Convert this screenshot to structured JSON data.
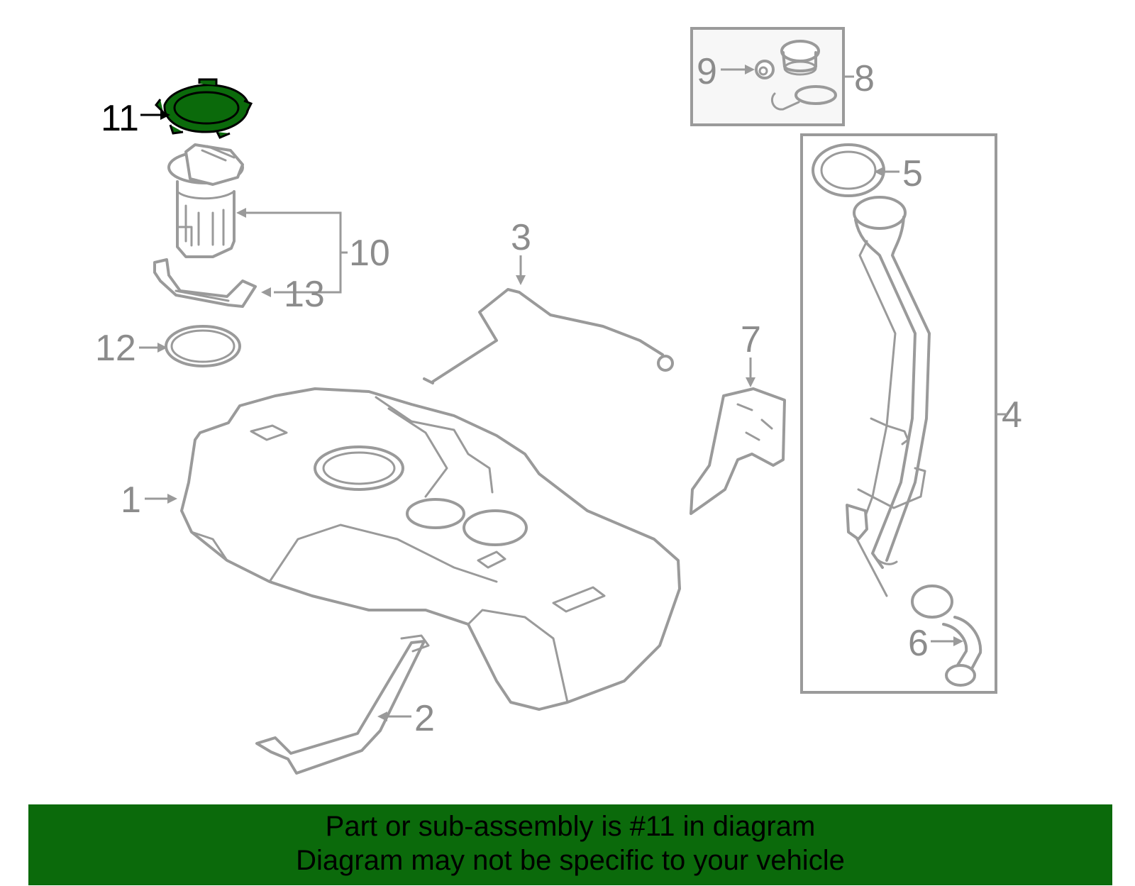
{
  "highlight_color": "#0b6a0b",
  "callouts": [
    {
      "id": "1",
      "label": "1"
    },
    {
      "id": "2",
      "label": "2"
    },
    {
      "id": "3",
      "label": "3"
    },
    {
      "id": "4",
      "label": "4"
    },
    {
      "id": "5",
      "label": "5"
    },
    {
      "id": "6",
      "label": "6"
    },
    {
      "id": "7",
      "label": "7"
    },
    {
      "id": "8",
      "label": "8"
    },
    {
      "id": "9",
      "label": "9"
    },
    {
      "id": "10",
      "label": "10"
    },
    {
      "id": "11",
      "label": "11",
      "highlighted": true
    },
    {
      "id": "12",
      "label": "12"
    },
    {
      "id": "13",
      "label": "13"
    }
  ],
  "banner": {
    "line1": "Part or sub-assembly is #11 in diagram",
    "line2": "Diagram may not be specific to your vehicle"
  }
}
